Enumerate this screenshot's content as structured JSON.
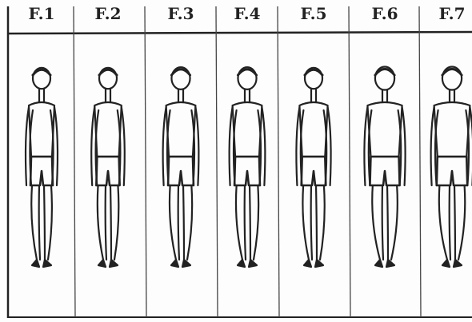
{
  "figure": {
    "panels": [
      {
        "label": "F.1",
        "figure_icon": "boy-figure-icon"
      },
      {
        "label": "F.2",
        "figure_icon": "boy-figure-icon"
      },
      {
        "label": "F.3",
        "figure_icon": "boy-figure-icon"
      },
      {
        "label": "F.4",
        "figure_icon": "boy-figure-icon"
      },
      {
        "label": "F.5",
        "figure_icon": "boy-figure-icon"
      },
      {
        "label": "F.6",
        "figure_icon": "boy-figure-icon"
      },
      {
        "label": "F.7",
        "figure_icon": "boy-figure-icon"
      }
    ],
    "colors": {
      "ink": "#222222",
      "paper": "#fdfdfd"
    }
  }
}
